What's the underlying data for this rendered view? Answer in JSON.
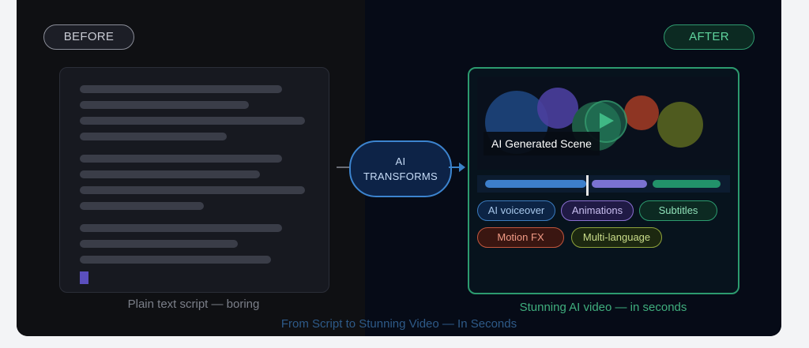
{
  "before": {
    "badge": "BEFORE",
    "caption": "Plain text script — boring"
  },
  "after": {
    "badge": "AFTER",
    "caption": "Stunning AI video — in seconds"
  },
  "transform": {
    "line1": "AI",
    "line2": "TRANSFORMS"
  },
  "scene": {
    "label": "AI Generated Scene"
  },
  "features": [
    "AI voiceover",
    "Animations",
    "Subtitles",
    "Motion FX",
    "Multi-language"
  ],
  "footer": {
    "tagline": "From Script to Stunning Video — In Seconds"
  },
  "colors": {
    "before_accent": "#8a8d98",
    "after_accent": "#2c9b6f",
    "transform_accent": "#3c84cf",
    "cursor": "#5b4fbd"
  },
  "icons": [
    "play-icon",
    "arrow-right-icon"
  ]
}
